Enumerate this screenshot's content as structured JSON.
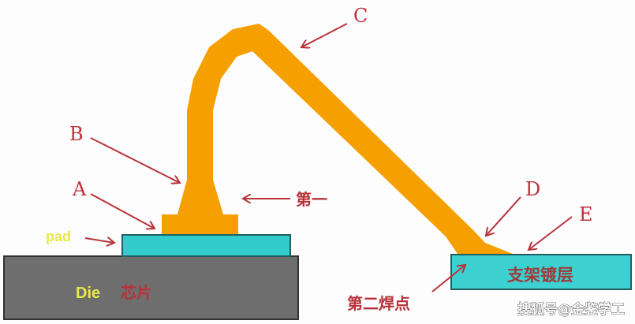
{
  "labels": {
    "a": "A",
    "b": "B",
    "c": "C",
    "d": "D",
    "e": "E",
    "pad": "pad",
    "die": "Die",
    "chip": "芯片",
    "first_bond": "第一",
    "second_bond": "第二焊点",
    "lead_frame_plating": "支架镀层"
  },
  "watermark": "搜狐号@金鉴学工",
  "colors": {
    "wire": "#f5a000",
    "pad": "#33cccc",
    "die": "#6e6e6e",
    "arrow": "#b8323a",
    "label_yellow": "#e8e84a"
  }
}
